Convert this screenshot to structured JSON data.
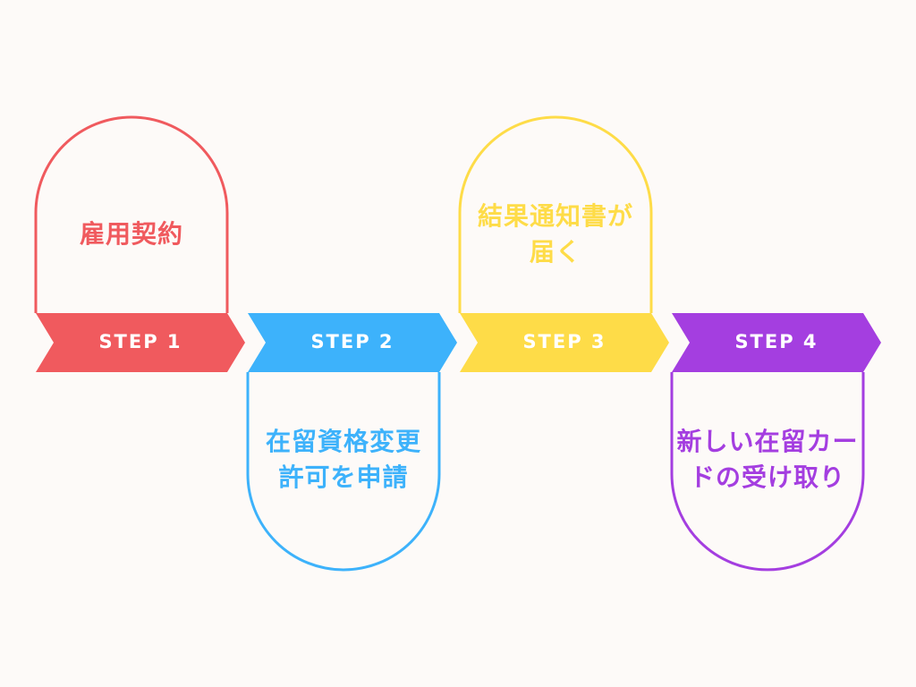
{
  "steps": [
    {
      "label": "STEP 1",
      "lines": [
        "雇用契約"
      ],
      "color": "#f05a5e",
      "card_position": "top"
    },
    {
      "label": "STEP 2",
      "lines": [
        "在留資格変更",
        "許可を申請"
      ],
      "color": "#3db2fb",
      "card_position": "bottom"
    },
    {
      "label": "STEP 3",
      "lines": [
        "結果通知書が",
        "届く"
      ],
      "color": "#fedc48",
      "card_position": "top"
    },
    {
      "label": "STEP 4",
      "lines": [
        "新しい在留カー",
        "ドの受け取り"
      ],
      "color": "#a43ee0",
      "card_position": "bottom"
    }
  ]
}
